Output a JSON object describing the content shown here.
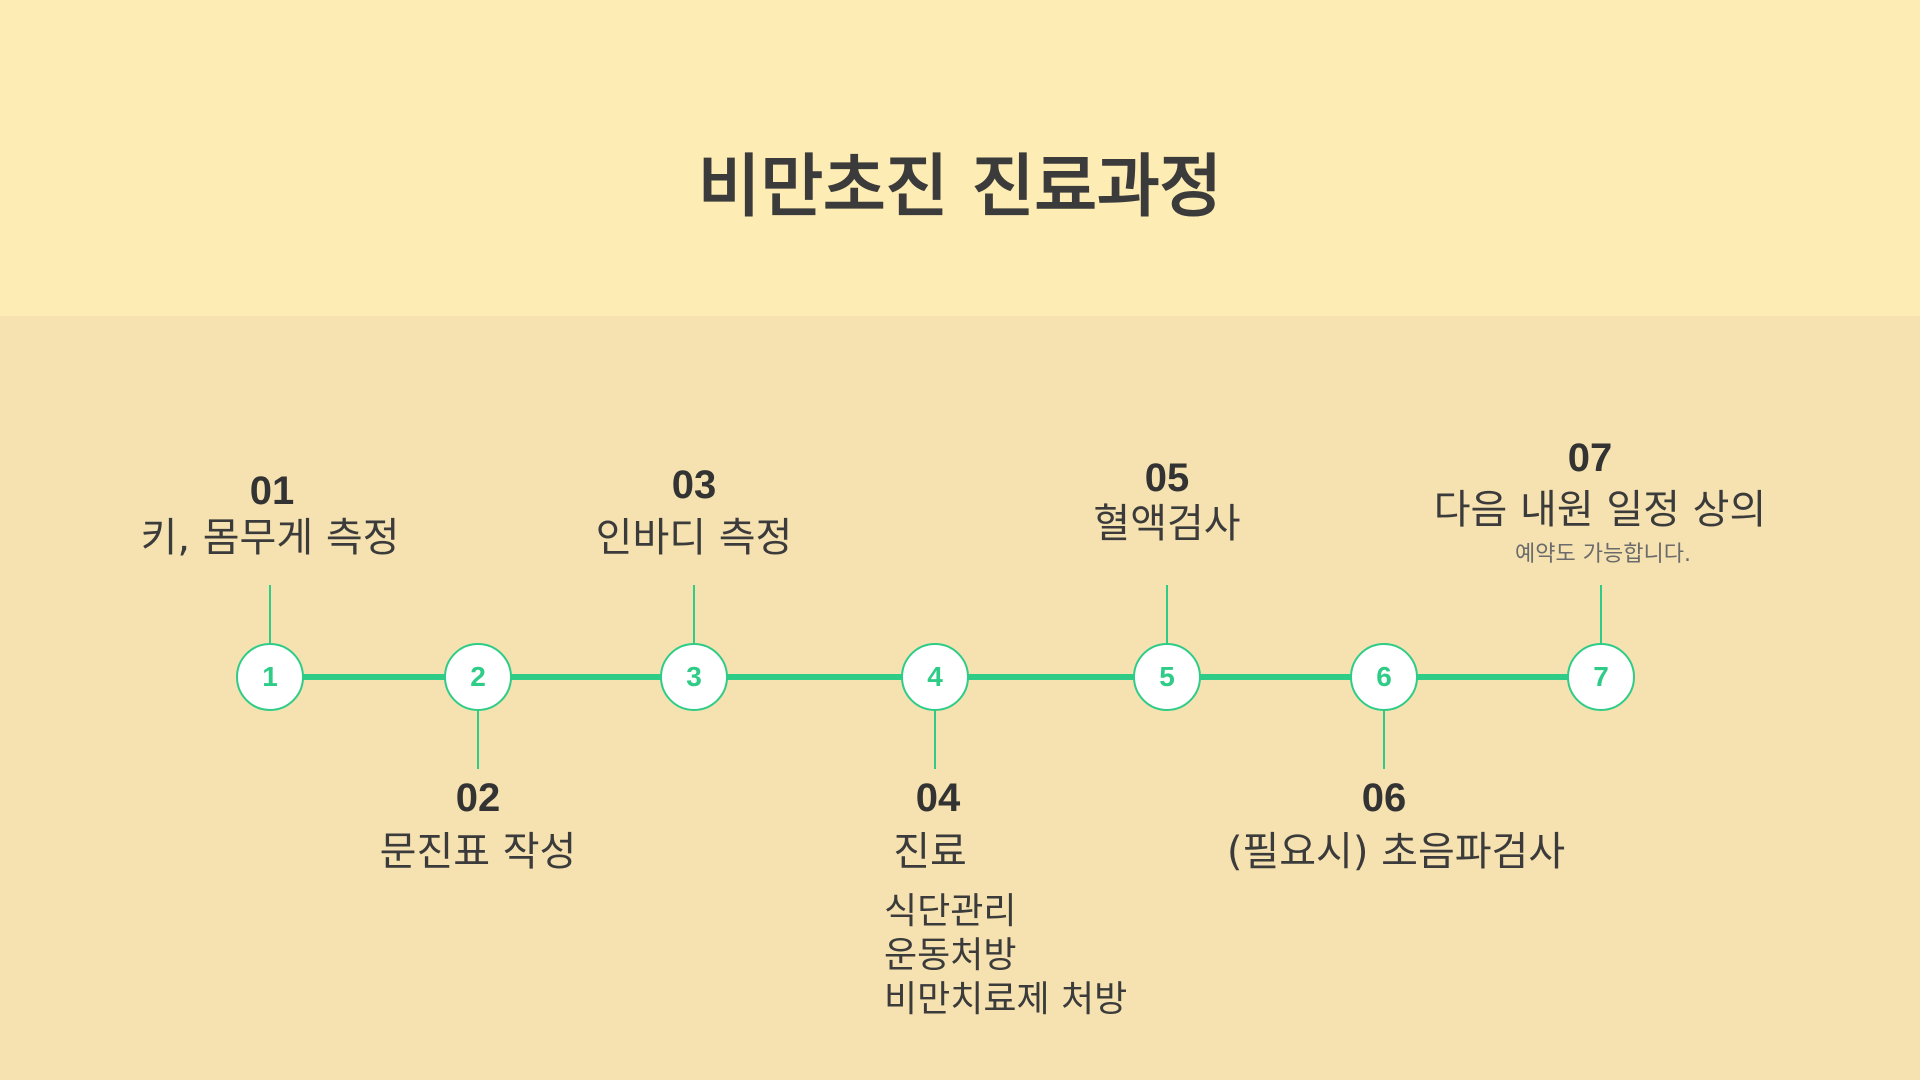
{
  "title": "비만초진 진료과정",
  "steps": [
    {
      "circle": "1",
      "num": "01",
      "label": "키, 몸무게 측정"
    },
    {
      "circle": "2",
      "num": "02",
      "label": "문진표 작성"
    },
    {
      "circle": "3",
      "num": "03",
      "label": "인바디 측정"
    },
    {
      "circle": "4",
      "num": "04",
      "label": "진료",
      "details": [
        "식단관리",
        "운동처방",
        "비만치료제 처방"
      ]
    },
    {
      "circle": "5",
      "num": "05",
      "label": "혈액검사"
    },
    {
      "circle": "6",
      "num": "06",
      "label": "(필요시) 초음파검사"
    },
    {
      "circle": "7",
      "num": "07",
      "label": "다음 내원 일정 상의",
      "note": "예약도 가능합니다."
    }
  ],
  "colors": {
    "header_bg": "#feecb5",
    "body_bg": "#f5e2b0",
    "accent": "#2ecc87",
    "text": "#3b3b3b"
  }
}
